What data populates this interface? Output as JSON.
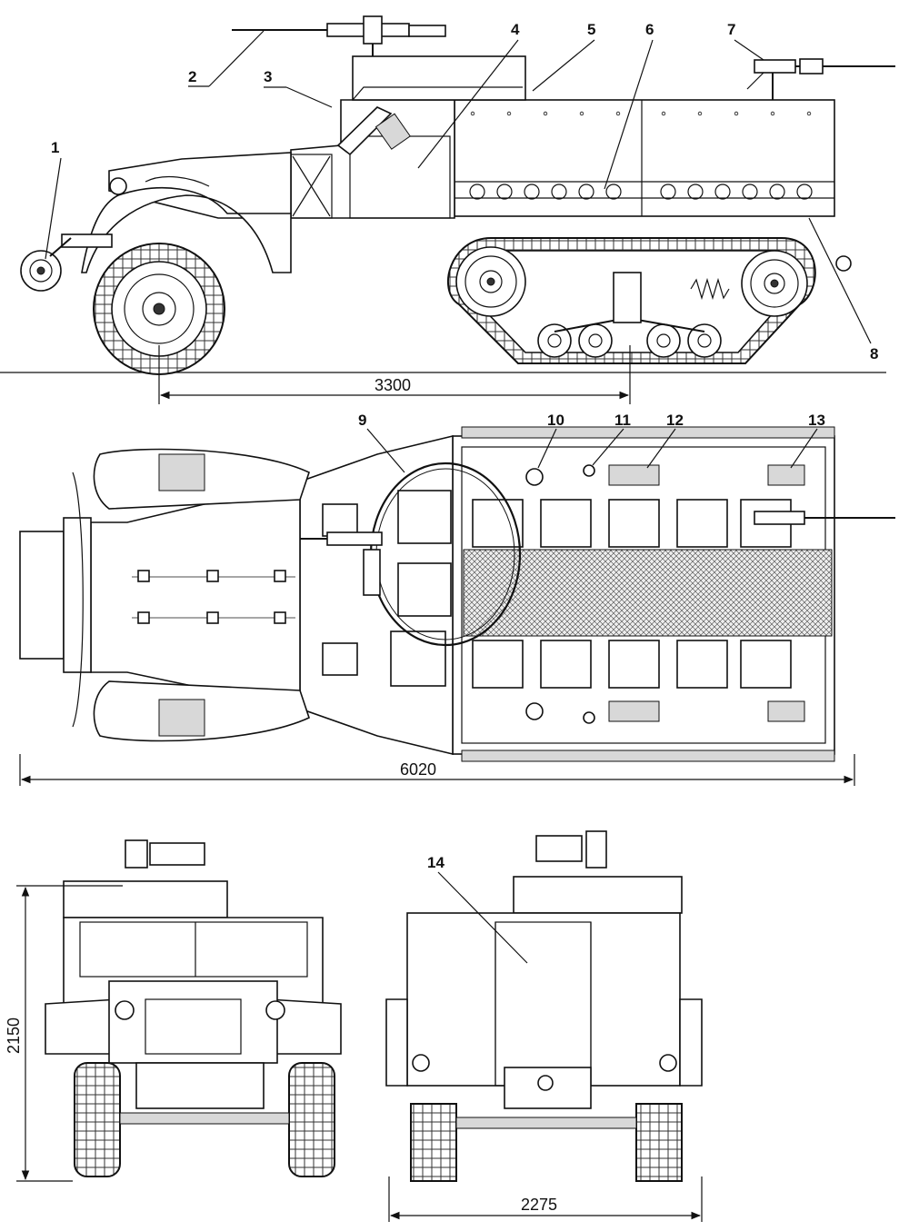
{
  "callouts": [
    "1",
    "2",
    "3",
    "4",
    "5",
    "6",
    "7",
    "8",
    "9",
    "10",
    "11",
    "12",
    "13",
    "14"
  ],
  "dimensions": {
    "wheelbase": "3300",
    "length": "6020",
    "height": "2150",
    "track_width": "2275"
  }
}
